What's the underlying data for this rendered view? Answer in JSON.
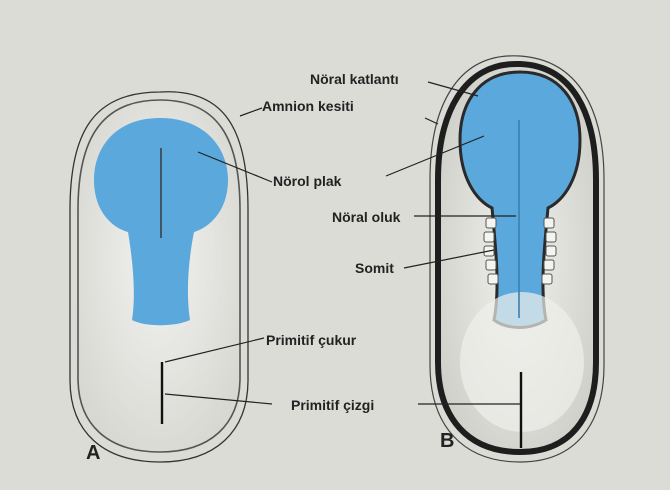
{
  "labels": {
    "amnion_kesiti": "Amnion kesiti",
    "norol_plak": "Nörol plak",
    "primitif_cukur": "Primitif çukur",
    "primitif_cizgi": "Primitif çizgi",
    "noral_katlanti": "Nöral katlantı",
    "noral_oluk": "Nöral oluk",
    "somit": "Somit",
    "panel_a": "A",
    "panel_b": "B"
  },
  "colors": {
    "neural_tissue": "#5aa8dc",
    "paper": "#dcdcd7",
    "embryo_fill": "#ecece8",
    "ink": "#222222"
  }
}
